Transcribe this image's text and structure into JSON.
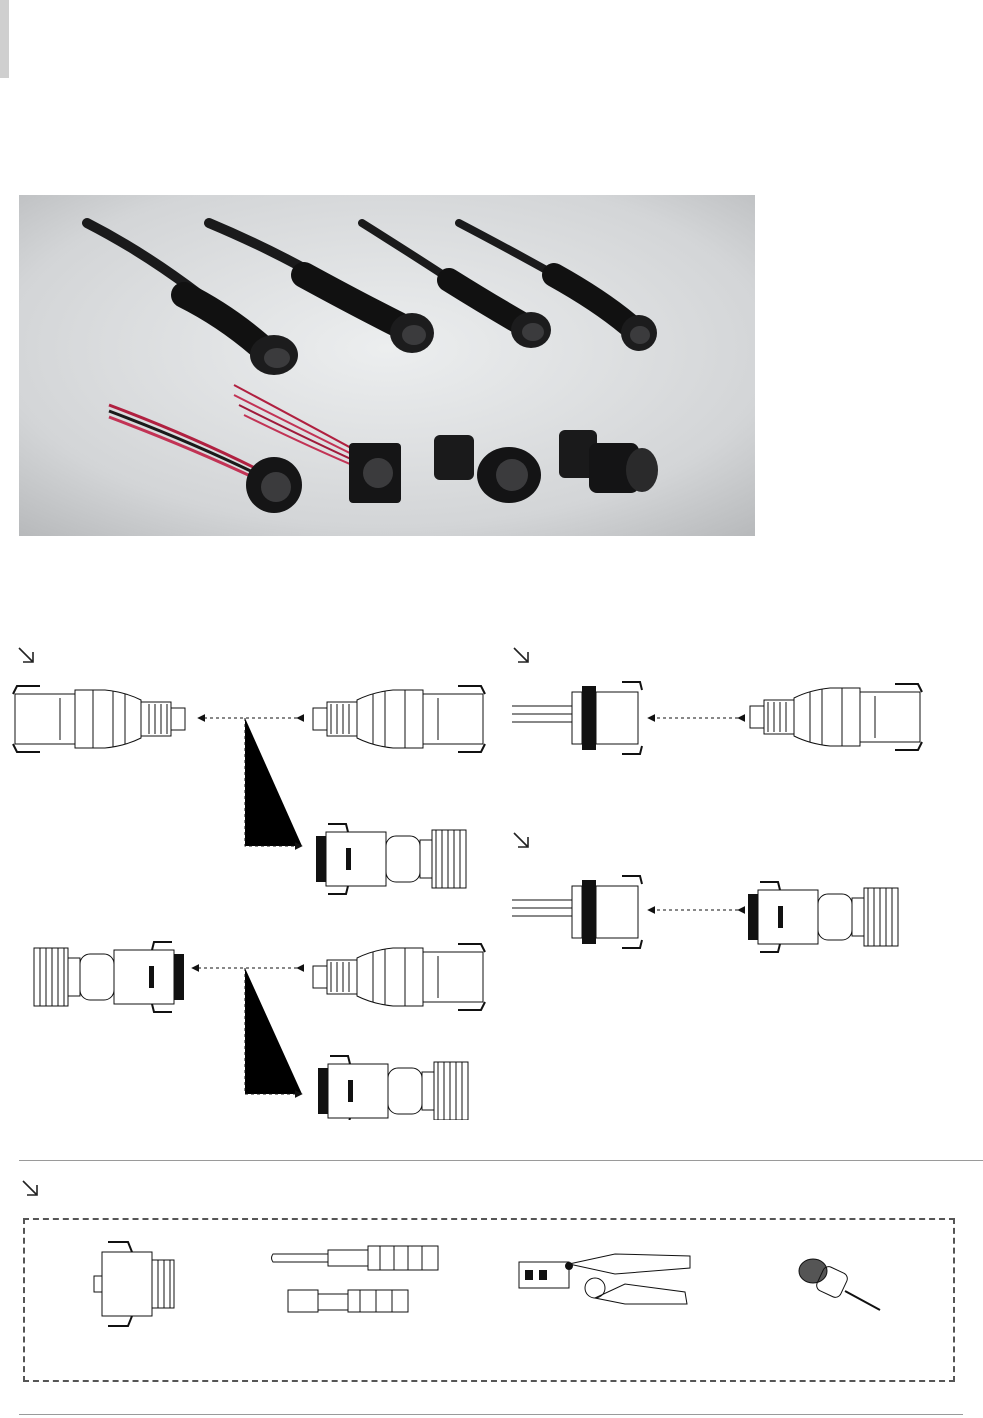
{
  "page": {
    "background": "#ffffff",
    "marker_color": "#cfcfcf"
  },
  "photo": {
    "background": "#c9cacb",
    "connectors": [
      "straight-plug-overmold",
      "receptacle-overmold",
      "panel-receptacle-with-wires",
      "field-installable-plug"
    ]
  },
  "diagrams": {
    "icons": [
      "arrow-down-right-icon"
    ],
    "line_color": "#111111"
  },
  "accessories": {
    "items": [
      "protective-cap",
      "crimp-contacts",
      "crimp-tool",
      "extraction-tool"
    ]
  }
}
